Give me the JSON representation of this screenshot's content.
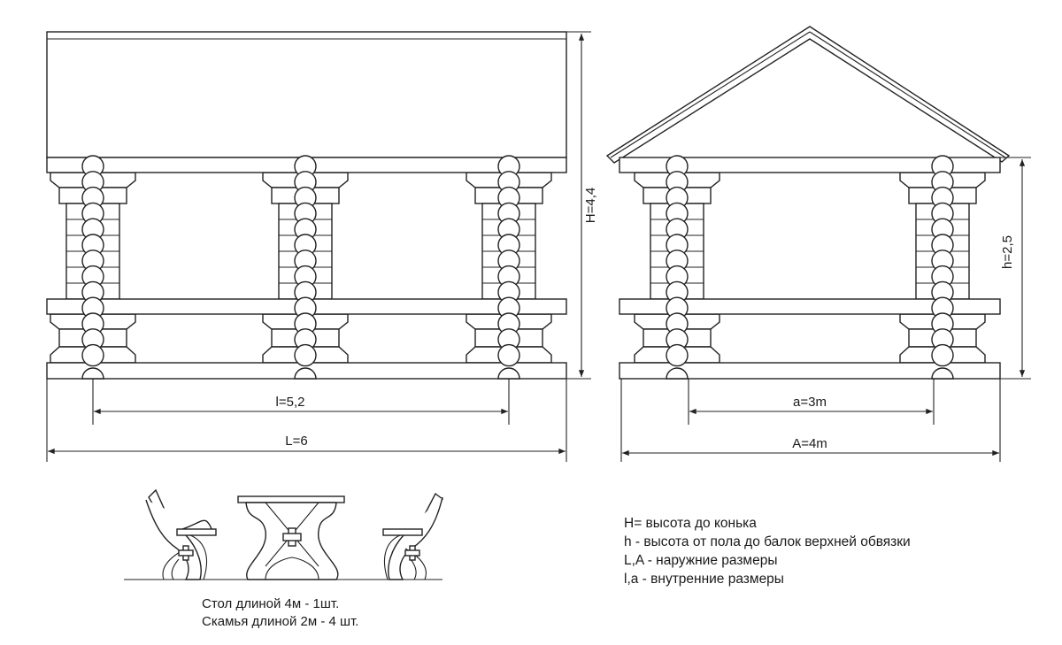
{
  "front_view": {
    "height_label": "H=4,4",
    "inner_label": "l=5,2",
    "outer_label": "L=6"
  },
  "side_view": {
    "height_label": "h=2,5",
    "inner_label": "a=3m",
    "outer_label": "A=4m"
  },
  "furniture_caption": [
    "Стол длиной 4м  - 1шт.",
    "Скамья длиной 2м - 4 шт."
  ],
  "legend": [
    "H= высота до конька",
    "h -  высота от пола до балок верхней обвязки",
    "L,A - наружние размеры",
    "l,a - внутренние размеры"
  ]
}
